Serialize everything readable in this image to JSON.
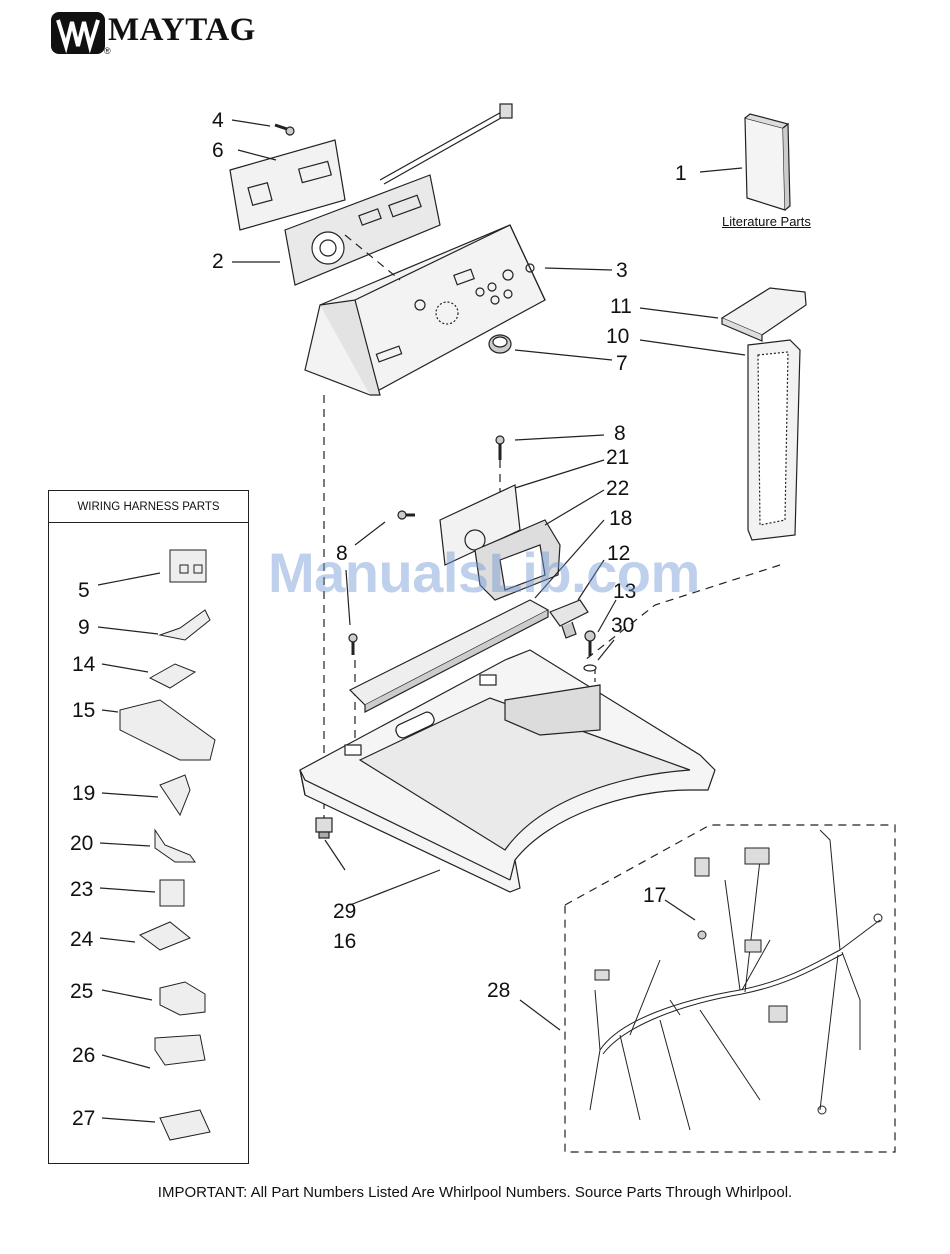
{
  "brand": {
    "name": "MAYTAG",
    "registered": "®"
  },
  "literature_label": "Literature Parts",
  "harness_title": "WIRING HARNESS PARTS",
  "watermark": "ManualsLib.com",
  "footer": "IMPORTANT: All Part Numbers Listed Are Whirlpool Numbers. Source Parts Through Whirlpool.",
  "callouts": {
    "n1": "1",
    "n2": "2",
    "n3": "3",
    "n4": "4",
    "n6": "6",
    "n7": "7",
    "n8a": "8",
    "n8b": "8",
    "n10": "10",
    "n11": "11",
    "n12": "12",
    "n13": "13",
    "n16": "16",
    "n17": "17",
    "n18": "18",
    "n21": "21",
    "n22": "22",
    "n28": "28",
    "n29": "29",
    "n30": "30"
  },
  "harness_items": [
    "5",
    "9",
    "14",
    "15",
    "19",
    "20",
    "23",
    "24",
    "25",
    "26",
    "27"
  ],
  "colors": {
    "line": "#222222",
    "fill_light": "#f2f2f2",
    "fill_mid": "#d9d9d9",
    "watermark": "#6e96d2"
  }
}
